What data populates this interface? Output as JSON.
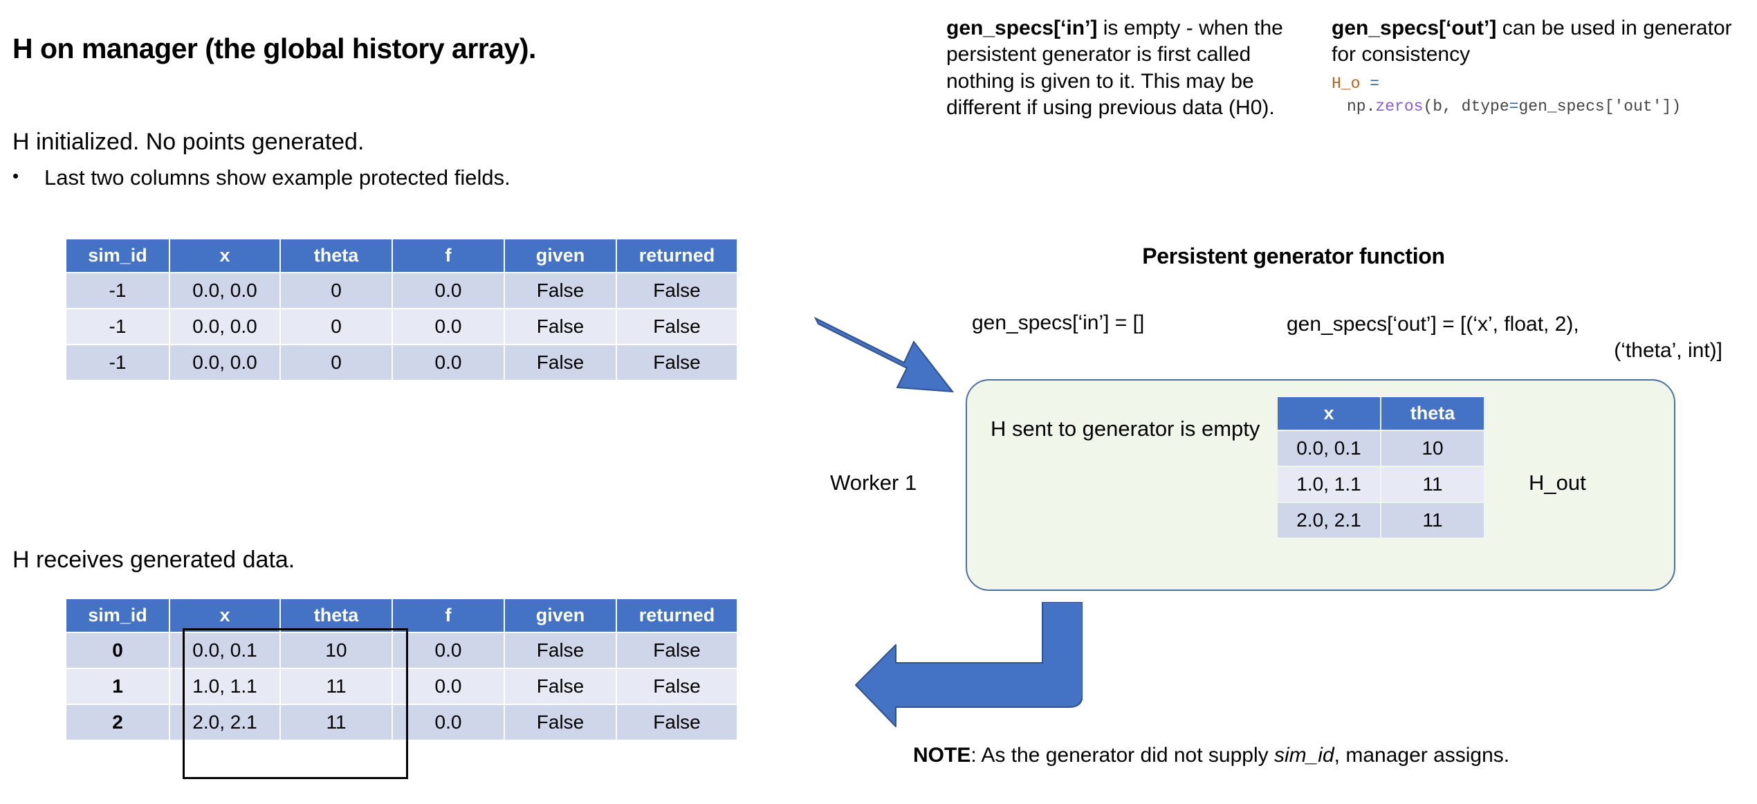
{
  "slide": {
    "title": "H on manager (the global history array).",
    "h_initialized_line": "H initialized. No points generated.",
    "bullet_marker": "•",
    "bullet_text": "Last two columns show example protected fields.",
    "h_receives_line": "H receives  generated data."
  },
  "notes": {
    "in": {
      "bold": "gen_specs[‘in’]",
      "rest": " is empty - when the persistent generator is first called nothing is given to it. This may be different if using previous data (H0)."
    },
    "out": {
      "bold": "gen_specs[‘out’]",
      "rest": " can be used in generator for consistency",
      "code_line1_var": "H_o",
      "code_line1_op": "=",
      "code_line2_np": "np.",
      "code_line2_fn": "zeros",
      "code_line2_args_a": "(b, dtype",
      "code_line2_eq": "=",
      "code_line2_args_b": "gen_specs['out'])"
    }
  },
  "generator": {
    "title": "Persistent generator function",
    "gen_specs_in": "gen_specs[‘in’] = []",
    "gen_specs_out_line1": "gen_specs[‘out’] = [(‘x’, float, 2),",
    "gen_specs_out_line2": "(‘theta’, int)]",
    "worker_label": "Worker 1",
    "box_text": "H sent to generator is empty",
    "h_out_label": "H_out"
  },
  "table_h_init": {
    "headers": [
      "sim_id",
      "x",
      "theta",
      "f",
      "given",
      "returned"
    ],
    "rows": [
      [
        "-1",
        "0.0, 0.0",
        "0",
        "0.0",
        "False",
        "False"
      ],
      [
        "-1",
        "0.0, 0.0",
        "0",
        "0.0",
        "False",
        "False"
      ],
      [
        "-1",
        "0.0, 0.0",
        "0",
        "0.0",
        "False",
        "False"
      ]
    ]
  },
  "table_h_recv": {
    "headers": [
      "sim_id",
      "x",
      "theta",
      "f",
      "given",
      "returned"
    ],
    "rows": [
      [
        "0",
        "0.0, 0.1",
        "10",
        "0.0",
        "False",
        "False"
      ],
      [
        "1",
        "1.0, 1.1",
        "11",
        "0.0",
        "False",
        "False"
      ],
      [
        "2",
        "2.0, 2.1",
        "11",
        "0.0",
        "False",
        "False"
      ]
    ]
  },
  "table_h_out": {
    "headers": [
      "x",
      "theta"
    ],
    "rows": [
      [
        "0.0, 0.1",
        "10"
      ],
      [
        "1.0, 1.1",
        "11"
      ],
      [
        "2.0, 2.1",
        "11"
      ]
    ]
  },
  "bottom_note": {
    "bold": "NOTE",
    "mid": ": As the generator did not supply ",
    "italic": "sim_id",
    "end": ", manager assigns."
  },
  "colors": {
    "header_blue": "#4472C4",
    "row_dark": "#D0D6EA",
    "row_light": "#E7EAF4",
    "arrow_blue": "#4472C4",
    "arrow_stroke": "#2F528F",
    "box_fill": "#F1F6EA",
    "box_border": "#4A6FA5",
    "code_var": "#B5651D",
    "code_op": "#2A6099",
    "code_fn": "#8A5CD6"
  }
}
